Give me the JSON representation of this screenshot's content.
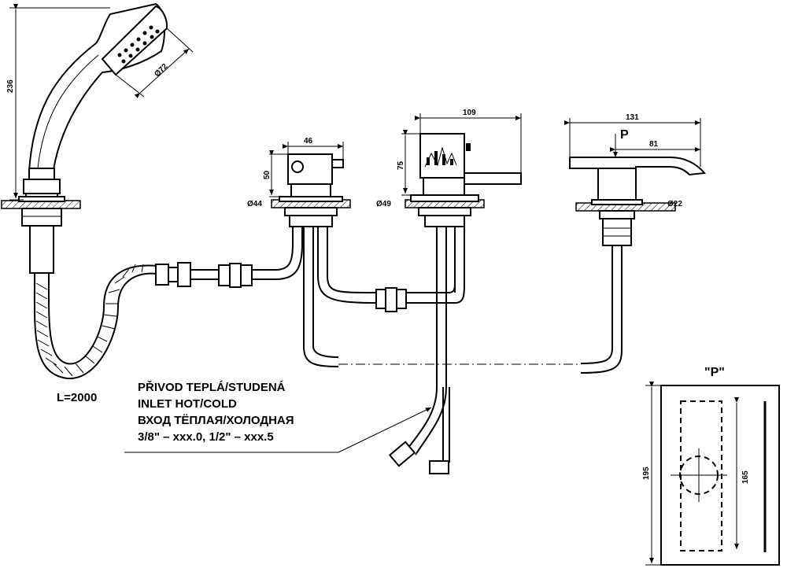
{
  "dimensions": {
    "shower_height": "236",
    "shower_head_diameter": "Ø72",
    "valve_width": "46",
    "valve_height": "50",
    "valve_hole": "Ø44",
    "mixer_width": "109",
    "mixer_height": "75",
    "mixer_hole": "Ø49",
    "spout_length": "131",
    "spout_offset": "81",
    "spout_hole": "Ø22",
    "detail_outer_height": "195",
    "detail_inner_height": "165"
  },
  "labels": {
    "hose_length": "L=2000",
    "view_marker": "P",
    "view_title": "\"P\""
  },
  "inlet_note": {
    "line1": "PŘIVOD TEPLÁ/STUDENÁ",
    "line2": "INLET HOT/COLD",
    "line3": "ВХОД ТЁПЛАЯ/ХОЛОДНАЯ",
    "line4": "3/8\" – xxx.0, 1/2\" – xxx.5"
  }
}
